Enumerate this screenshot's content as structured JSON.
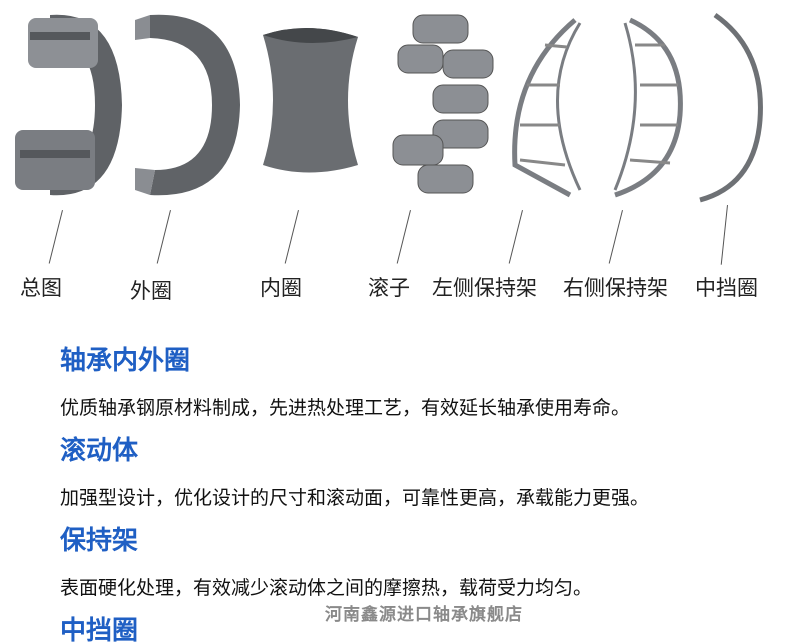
{
  "parts": [
    {
      "label": "总图",
      "icon": "full-bearing-image"
    },
    {
      "label": "外圈",
      "icon": "outer-ring-image"
    },
    {
      "label": "内圈",
      "icon": "inner-ring-image"
    },
    {
      "label": "滚子",
      "icon": "rollers-image"
    },
    {
      "label": "左侧保持架",
      "icon": "left-cage-image"
    },
    {
      "label": "右侧保持架",
      "icon": "right-cage-image"
    },
    {
      "label": "中挡圈",
      "icon": "middle-ring-image"
    }
  ],
  "sections": [
    {
      "title": "轴承内外圈",
      "text": "优质轴承钢原材料制成，先进热处理工艺，有效延长轴承使用寿命。"
    },
    {
      "title": "滚动体",
      "text": "加强型设计，优化设计的尺寸和滚动面，可靠性更高，承载能力更强。"
    },
    {
      "title": "保持架",
      "text": "表面硬化处理，有效减少滚动体之间的摩擦热，载荷受力均匀。"
    },
    {
      "title": "中挡圈",
      "text": ""
    }
  ],
  "watermark": "河南鑫源进口轴承旗舰店",
  "colors": {
    "heading": "#1f5fc4",
    "metal": "#6b6e72"
  }
}
